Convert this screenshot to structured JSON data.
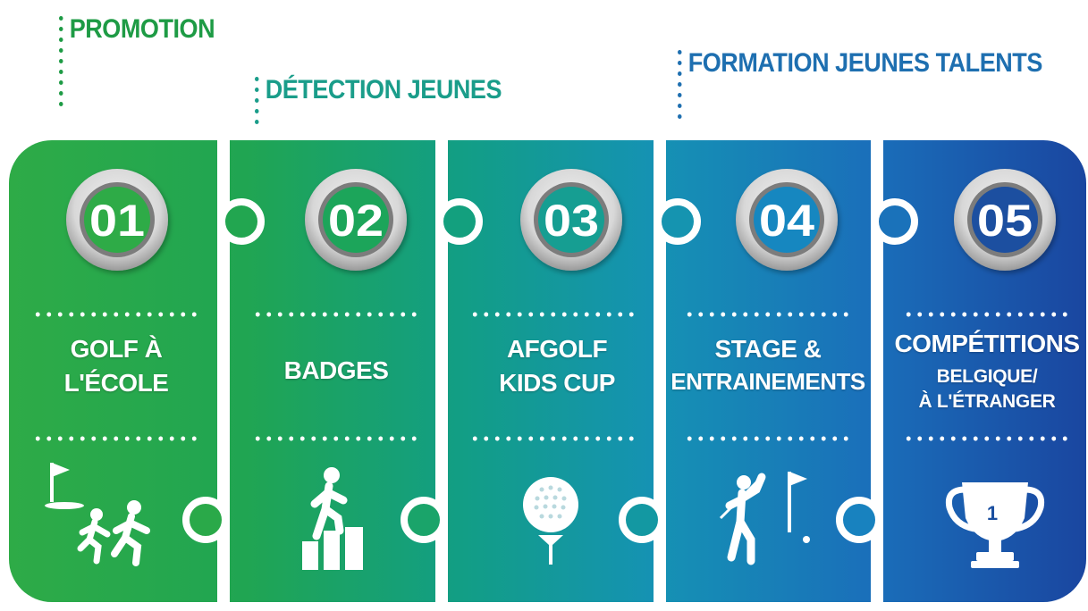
{
  "headers": {
    "promotion": "PROMOTION",
    "detection": "DÉTECTION JEUNES",
    "formation": "FORMATION JEUNES TALENTS"
  },
  "colors": {
    "promotion": "#1e9b45",
    "detection": "#1a9d8a",
    "formation": "#1e6fb0",
    "step1": "#2eab47",
    "step2": "#1fa35a",
    "step3": "#129e92",
    "step4": "#1987c0",
    "step5": "#1a4fa0"
  },
  "steps": [
    {
      "number": "01",
      "lines": [
        "GOLF À",
        "L'ÉCOLE"
      ],
      "icon": "golf-hole-kids-running-icon"
    },
    {
      "number": "02",
      "lines": [
        "BADGES"
      ],
      "icon": "person-climbing-steps-icon"
    },
    {
      "number": "03",
      "lines": [
        "AFGOLF",
        "KIDS CUP"
      ],
      "icon": "golf-ball-on-tee-icon"
    },
    {
      "number": "04",
      "lines": [
        "STAGE &",
        "ENTRAINEMENTS"
      ],
      "icon": "golfer-swing-flag-icon"
    },
    {
      "number": "05",
      "title": "COMPÉTITIONS",
      "sub": [
        "BELGIQUE/",
        "À L'ÉTRANGER"
      ],
      "icon": "trophy-icon",
      "trophy_number": "1"
    }
  ]
}
